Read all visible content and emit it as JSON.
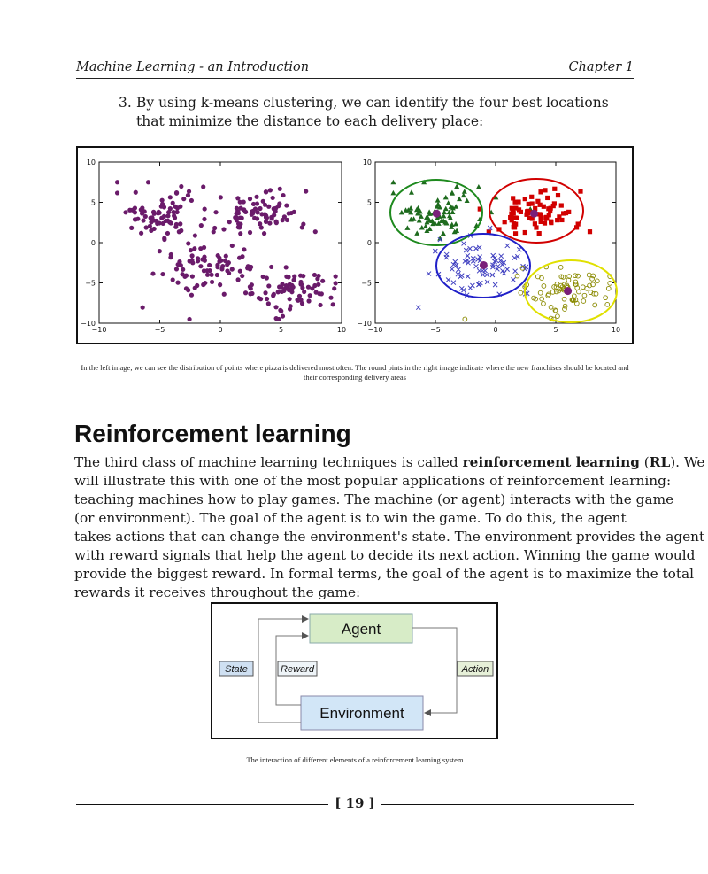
{
  "header": {
    "left": "Machine Learning - an Introduction",
    "right": "Chapter 1"
  },
  "step": {
    "number": "3.",
    "text": "By using k-means clustering, we can identify the four best locations that minimize the distance to each delivery place:"
  },
  "figure1": {
    "left_plot": {
      "x_ticks": [
        "−10",
        "−5",
        "0",
        "5",
        "10"
      ],
      "y_ticks": [
        "10",
        "5",
        "0",
        "−5",
        "−10"
      ],
      "point_color": "#6a1b6a"
    },
    "right_plot": {
      "x_ticks": [
        "−10",
        "−5",
        "0",
        "5",
        "10"
      ],
      "y_ticks": [
        "10",
        "5",
        "0",
        "−5",
        "−10"
      ],
      "clusters": [
        {
          "marker": "triangle",
          "color": "#1e6b1e",
          "center": [
            -4.9,
            3.6
          ]
        },
        {
          "marker": "square",
          "color": "#d10000",
          "center": [
            3.2,
            3.6
          ]
        },
        {
          "marker": "x",
          "color": "#4040c0",
          "center": [
            -1.0,
            -2.8
          ]
        },
        {
          "marker": "circle",
          "color": "#c8c800",
          "center": [
            6.0,
            -6.0
          ]
        }
      ]
    },
    "caption": "In the left image, we can see the distribution of points where pizza is delivered most often. The round pints in the right image indicate where the new franchises should be located and their corresponding delivery areas"
  },
  "section": {
    "title": "Reinforcement learning"
  },
  "paragraph": {
    "l1_pre": "The third class of machine learning techniques is called ",
    "l1_bold": "reinforcement learning",
    "l1_mid": " (",
    "l1_bold2": "RL",
    "l1_post": "). We",
    "l2": "will illustrate this with one of the most popular applications of reinforcement learning:",
    "l3": "teaching machines how to play games. The machine (or agent) interacts with the game",
    "l4": "(or environment). The goal of the agent is to win the game. To do this, the agent",
    "l5": "takes actions that can change the environment's state. The environment provides the agent",
    "l6": "with reward signals that help the agent to decide its next action. Winning the game would",
    "l7": "provide the biggest reward. In formal terms, the goal of the agent is to maximize the total",
    "l8": "rewards it receives throughout the game:"
  },
  "figure2": {
    "agent": "Agent",
    "environment": "Environment",
    "state": "State",
    "reward": "Reward",
    "action": "Action",
    "caption": "The interaction of different elements of a reinforcement learning system"
  },
  "footer": {
    "page": "[ 19 ]"
  }
}
